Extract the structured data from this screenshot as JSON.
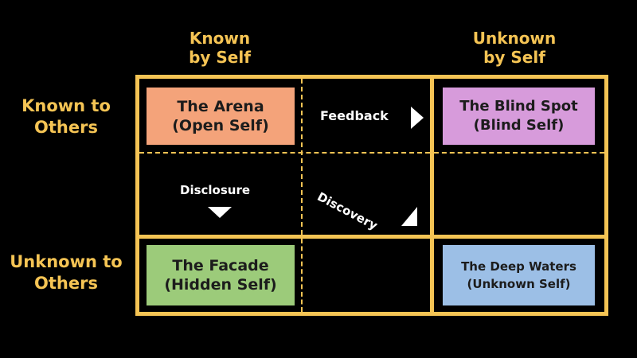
{
  "columns": {
    "known_by_self": [
      "Known",
      "by Self"
    ],
    "unknown_by_self": [
      "Unknown",
      "by Self"
    ]
  },
  "rows": {
    "known_to_others": [
      "Known to",
      "Others"
    ],
    "unknown_to_others": [
      "Unknown to",
      "Others"
    ]
  },
  "quadrants": {
    "arena": {
      "title": "The Arena",
      "subtitle": "(Open Self)"
    },
    "blind_spot": {
      "title": "The Blind Spot",
      "subtitle": "(Blind Self)"
    },
    "facade": {
      "title": "The Facade",
      "subtitle": "(Hidden Self)"
    },
    "deep_waters": {
      "title": "The Deep Waters",
      "subtitle": "(Unknown Self)"
    }
  },
  "arrows": {
    "feedback": "Feedback",
    "disclosure": "Disclosure",
    "discovery": "Discovery"
  },
  "colors": {
    "accent": "#f5c454",
    "arena": "#f4a37a",
    "blind_spot": "#d79bdb",
    "facade": "#9ccb7a",
    "deep_waters": "#9cbfe6",
    "background": "#000000"
  }
}
